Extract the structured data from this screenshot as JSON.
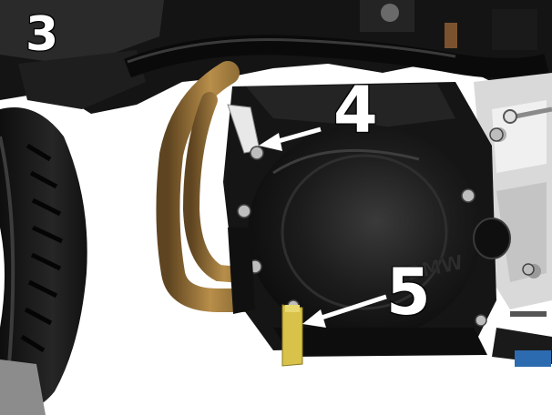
{
  "labels": {
    "three": "3",
    "four": "4",
    "five": "5"
  },
  "logo": "BMW",
  "colors": {
    "background": "#ffffff",
    "engine_black": "#161616",
    "exhaust_brass": "#a07a3c",
    "tool_yellow": "#d8c24a",
    "label_fill": "#ffffff",
    "label_outline": "#000000"
  }
}
